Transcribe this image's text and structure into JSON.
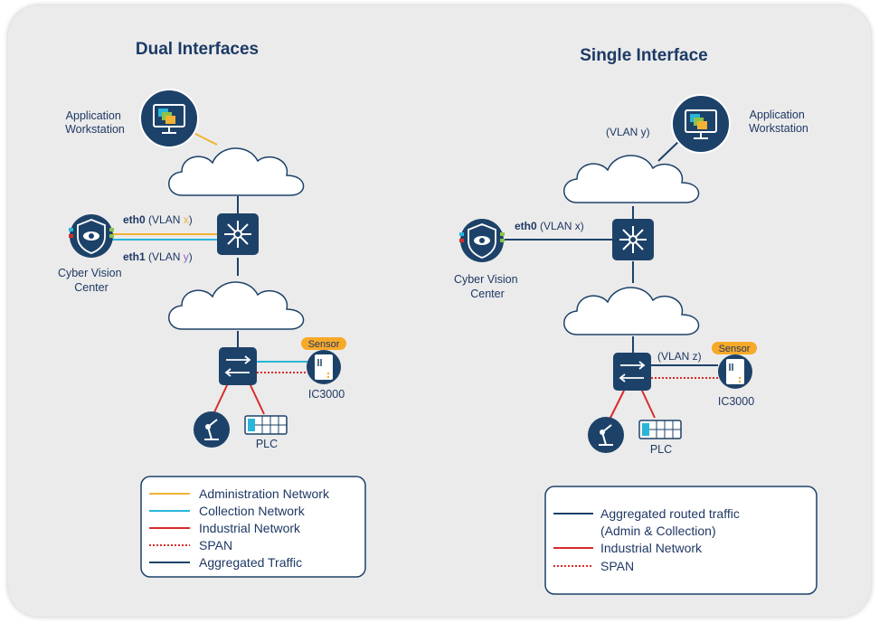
{
  "colors": {
    "admin": "#f2b233",
    "collection": "#29b6d8",
    "industrial": "#d92b2b",
    "span": "#d92b2b",
    "aggregated": "#1d4269",
    "node": "#1d4269",
    "sensor_badge": "#f7a928"
  },
  "icons": [
    "monitor-icon",
    "cloud-icon",
    "cyber-vision-shield-icon",
    "switch-icon",
    "ic3000-icon",
    "robot-arm-icon",
    "plc-icon"
  ],
  "dual": {
    "title": "Dual Interfaces",
    "app_workstation": [
      "Application",
      "Workstation"
    ],
    "cyber_vision": [
      "Cyber Vision",
      "Center"
    ],
    "eth0": {
      "name": "eth0",
      "open": "(VLAN ",
      "var": "x",
      "close": ")"
    },
    "eth1": {
      "name": "eth1",
      "open": "(VLAN ",
      "var": "y",
      "close": ")"
    },
    "sensor_badge": "Sensor",
    "ic3000": "IC3000",
    "plc": "PLC",
    "legend": [
      {
        "label": "Administration Network",
        "style": "admin"
      },
      {
        "label": "Collection Network",
        "style": "collection"
      },
      {
        "label": "Industrial Network",
        "style": "industrial"
      },
      {
        "label": "SPAN",
        "style": "span"
      },
      {
        "label": "Aggregated Traffic",
        "style": "aggregated"
      }
    ]
  },
  "single": {
    "title": "Single Interface",
    "app_workstation": [
      "Application",
      "Workstation"
    ],
    "vlan_y": "(VLAN y)",
    "cyber_vision": [
      "Cyber Vision",
      "Center"
    ],
    "eth0": {
      "name": "eth0",
      "rest": "(VLAN x)"
    },
    "vlan_z": "(VLAN z)",
    "sensor_badge": "Sensor",
    "ic3000": "IC3000",
    "plc": "PLC",
    "legend": [
      {
        "label": "Aggregated routed traffic",
        "style": "aggregated"
      },
      {
        "label": "(Admin & Collection)",
        "style": "none"
      },
      {
        "label": "Industrial Network",
        "style": "industrial"
      },
      {
        "label": "SPAN",
        "style": "span"
      }
    ]
  }
}
